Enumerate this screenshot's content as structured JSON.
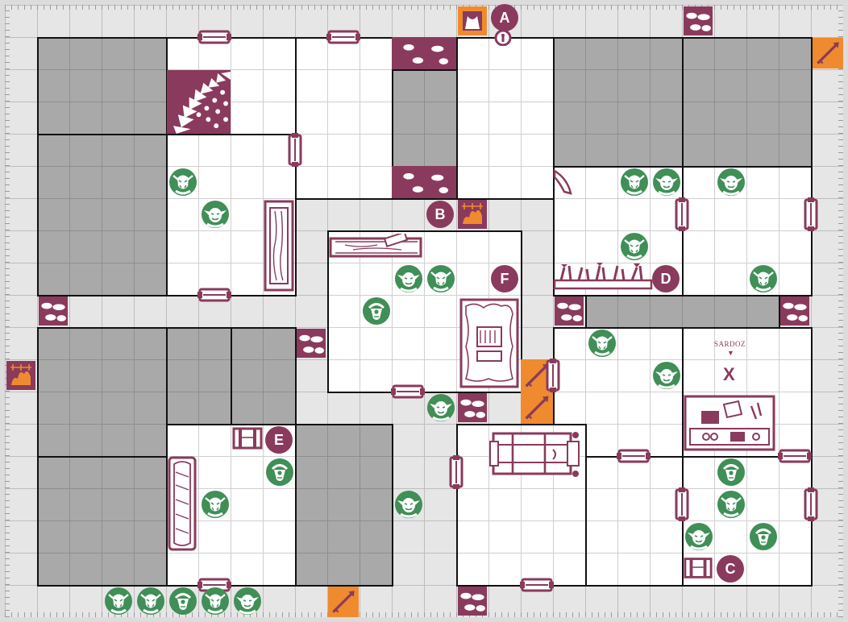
{
  "map": {
    "colors": {
      "accent": "#8a3a5c",
      "door": "#8a3a5c",
      "hazard": "#f08a2e",
      "monster": "#3f8f57",
      "rock": "#a9a9a9"
    }
  },
  "markers": {
    "a": "A",
    "b": "B",
    "c": "C",
    "d": "D",
    "e": "E",
    "f": "F"
  },
  "target": {
    "name": "SARDOZ",
    "arrow": "▼",
    "mark": "X"
  },
  "icons": {
    "goblin": "goblin-icon",
    "orc": "orc-icon",
    "fimir": "fimir-icon",
    "door": "door-icon",
    "blocked": "blocked-square-icon",
    "trap": "spear-trap-icon",
    "pit": "pit-trap-icon",
    "stairs": "stairway-icon"
  }
}
